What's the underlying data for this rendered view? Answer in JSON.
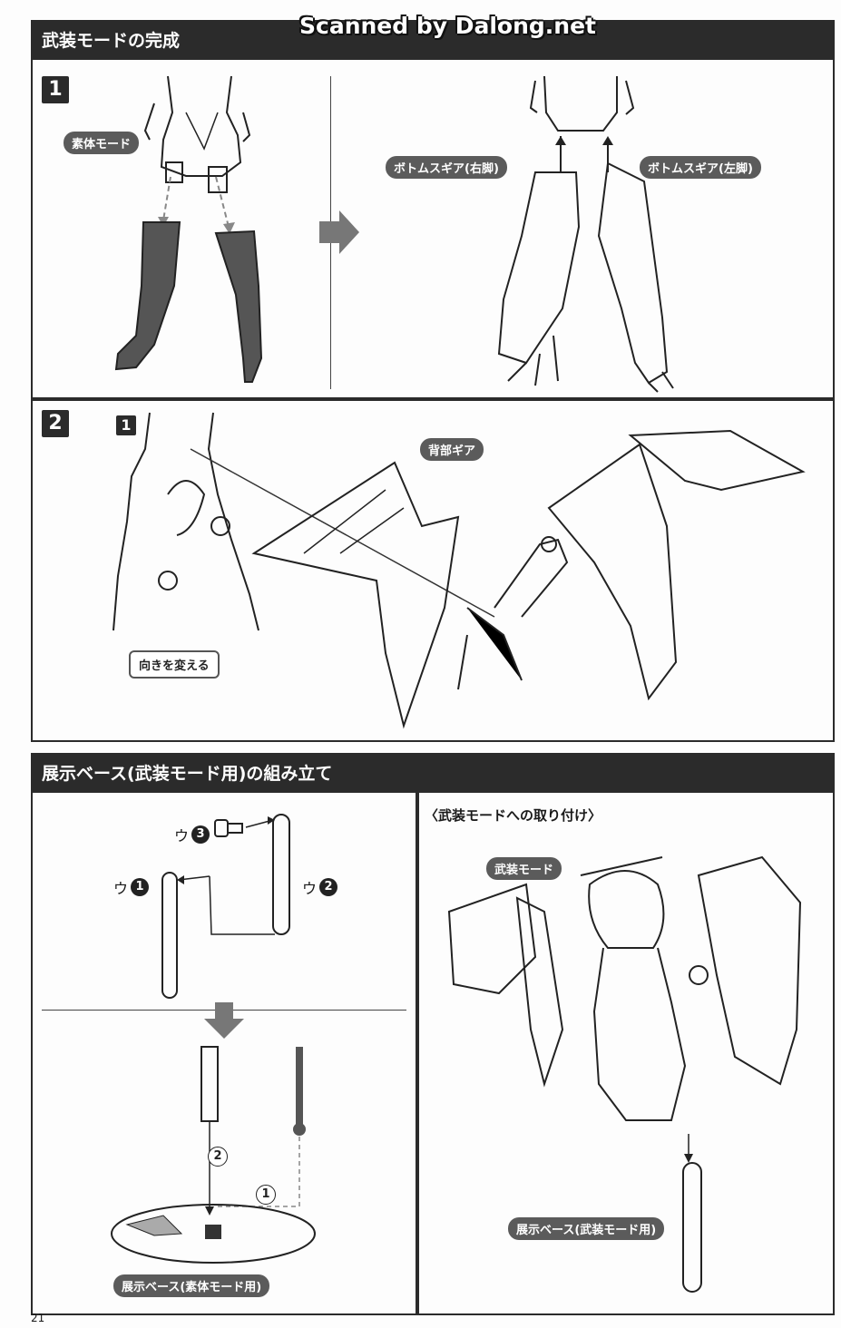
{
  "watermark": "Scanned by Dalong.net",
  "section1": {
    "title": "武装モードの完成",
    "step1": {
      "num": "1",
      "label_body_mode": "素体モード",
      "label_bottom_right": "ボトムスギア(右脚)",
      "label_bottom_left": "ボトムスギア(左脚)"
    },
    "step2": {
      "num": "2",
      "sub_num": "1",
      "label_back_gear": "背部ギア",
      "label_turn": "向きを変える"
    }
  },
  "section2": {
    "title": "展示ベース(武装モード用)の組み立て",
    "parts": {
      "u": "ウ",
      "n1": "1",
      "n2": "2",
      "n3": "3"
    },
    "order": {
      "c1": "1",
      "c2": "2"
    },
    "label_base_body": "展示ベース(素体モード用)",
    "attach_title": "〈武装モードへの取り付け〉",
    "label_armed_mode": "武装モード",
    "label_base_armed": "展示ベース(武装モード用)"
  },
  "page_number": "21"
}
